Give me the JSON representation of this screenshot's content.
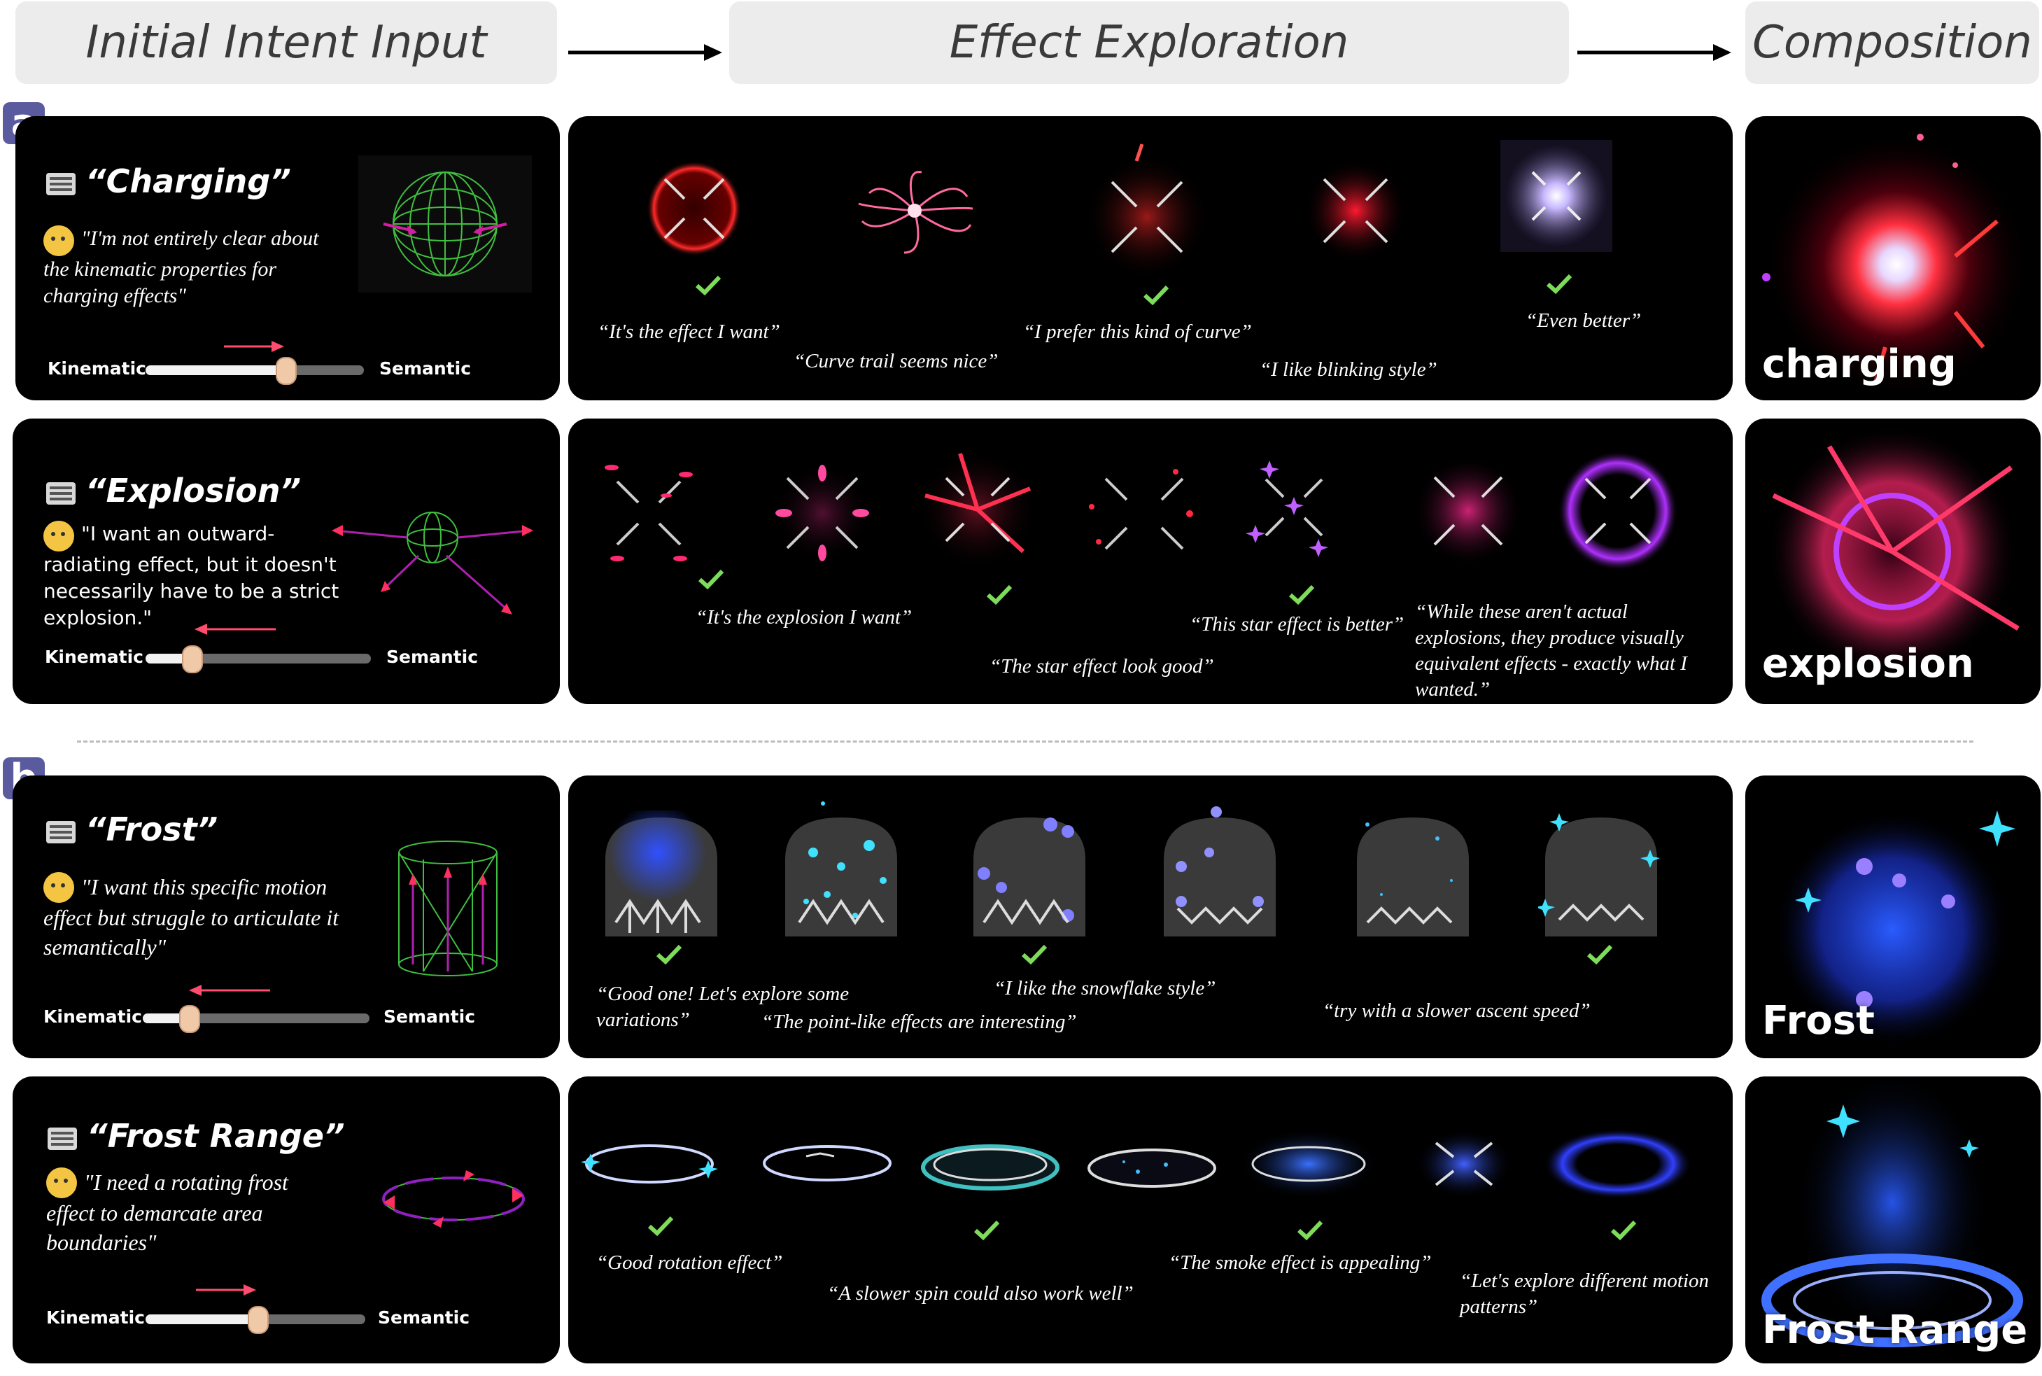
{
  "headers": {
    "input": "Initial Intent Input",
    "exploration": "Effect Exploration",
    "composition": "Composition"
  },
  "sections": {
    "a": "a",
    "b": "b"
  },
  "slider": {
    "left": "Kinematic",
    "right": "Semantic"
  },
  "rows": [
    {
      "title": "“Charging”",
      "quote_lines": [
        "\"I'm not entirely clear about",
        "the kinematic properties for",
        "charging effects\""
      ],
      "slider_level": 0.62,
      "comments": [
        "“It's the effect I want”",
        "“Curve trail seems nice”",
        "“I prefer this kind of curve”",
        "“I like blinking style”",
        "“Even better”"
      ],
      "composition": "charging",
      "colors": {
        "primary": "#ff2a40",
        "secondary": "#ff8ab8"
      }
    },
    {
      "title": "“Explosion”",
      "quote_lines": [
        "\"I want an outward-",
        "radiating effect, but it doesn't",
        "necessarily have to be a strict",
        "explosion.\""
      ],
      "slider_level": 0.2,
      "comments": [
        "“It's the explosion I want”",
        "“The star effect look good”",
        "“This star effect is better”",
        "“While these aren't actual",
        "explosions, they produce visually",
        "equivalent effects - exactly what I",
        "wanted.”"
      ],
      "composition": "explosion",
      "colors": {
        "primary": "#ff2a70",
        "secondary": "#c040ff"
      }
    },
    {
      "title": "“Frost”",
      "quote_lines": [
        "\"I want this specific motion",
        "effect but struggle to articulate it",
        "semantically\""
      ],
      "slider_level": 0.2,
      "comments": [
        "“Good one! Let's explore some",
        "variations”",
        "“The point-like effects are interesting”",
        "“I like the snowflake style”",
        "“try with a slower ascent speed”"
      ],
      "composition": "Frost",
      "colors": {
        "primary": "#2a5cff",
        "secondary": "#40e0ff"
      }
    },
    {
      "title": "“Frost Range”",
      "quote_lines": [
        "\"I need a rotating frost",
        "effect to demarcate area",
        "boundaries\""
      ],
      "slider_level": 0.5,
      "comments": [
        "“Good rotation effect”",
        "“A slower spin could also work well”",
        "“The smoke effect is appealing”",
        "“Let's explore different motion",
        "patterns”"
      ],
      "composition": "Frost Range",
      "colors": {
        "primary": "#2a5cff",
        "secondary": "#40e0ff"
      }
    }
  ]
}
